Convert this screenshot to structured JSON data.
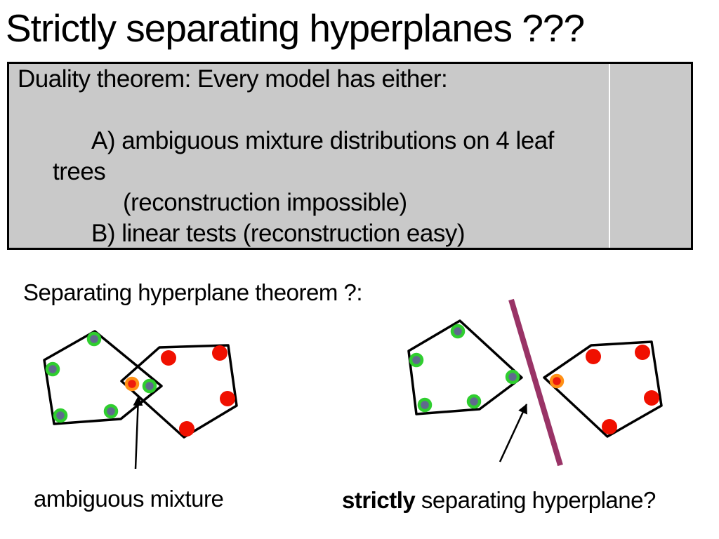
{
  "slide": {
    "title": "Strictly separating hyperplanes ???",
    "duality_box": {
      "background_color": "#C9C9C9",
      "border_color": "#000000",
      "lines": [
        "Duality theorem: Every model has either:",
        "",
        "A) ambiguous mixture distributions on 4 leaf",
        "trees",
        "(reconstruction impossible)",
        "B) linear tests (reconstruction easy)"
      ]
    },
    "subtitle": "Separating hyperplane theorem ?:",
    "left_diagram": {
      "caption": "ambiguous mixture",
      "description": "two overlapping pentagons, green-ringed gray points and red points, arrow pointing at ambiguous mixture region"
    },
    "right_diagram": {
      "caption_bold": "strictly",
      "caption_rest": " separating hyperplane?",
      "description": "two separated pentagons with plum separating line and arrow pointing at gap"
    },
    "colors": {
      "green_ring": "#2FCE2F",
      "gray_point_fill": "#5F6A8D",
      "red_point": "#F01000",
      "orange_ring": "#FF9015",
      "hyperplane_line": "#993366",
      "box_divider_line": "#FFFFFF"
    }
  }
}
